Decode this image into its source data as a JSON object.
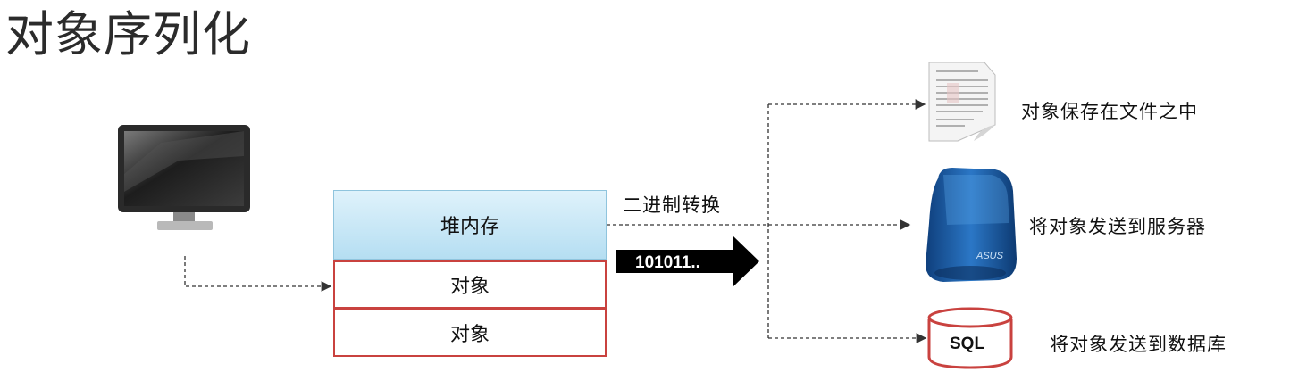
{
  "title": "对象序列化",
  "heap": {
    "label": "堆内存"
  },
  "objects": [
    {
      "label": "对象"
    },
    {
      "label": "对象"
    }
  ],
  "conversion": {
    "label": "二进制转换",
    "binary": "101011.."
  },
  "targets": [
    {
      "label": "对象保存在文件之中",
      "icon": "document-icon"
    },
    {
      "label": "将对象发送到服务器",
      "icon": "server-icon",
      "brand": "ASUS"
    },
    {
      "label": "将对象发送到数据库",
      "icon": "database-icon",
      "db_text": "SQL"
    }
  ],
  "colors": {
    "heap": "#bfe3f4",
    "object_border": "#c9423f",
    "database": "#c9423f",
    "server": "#1e5fa8"
  }
}
